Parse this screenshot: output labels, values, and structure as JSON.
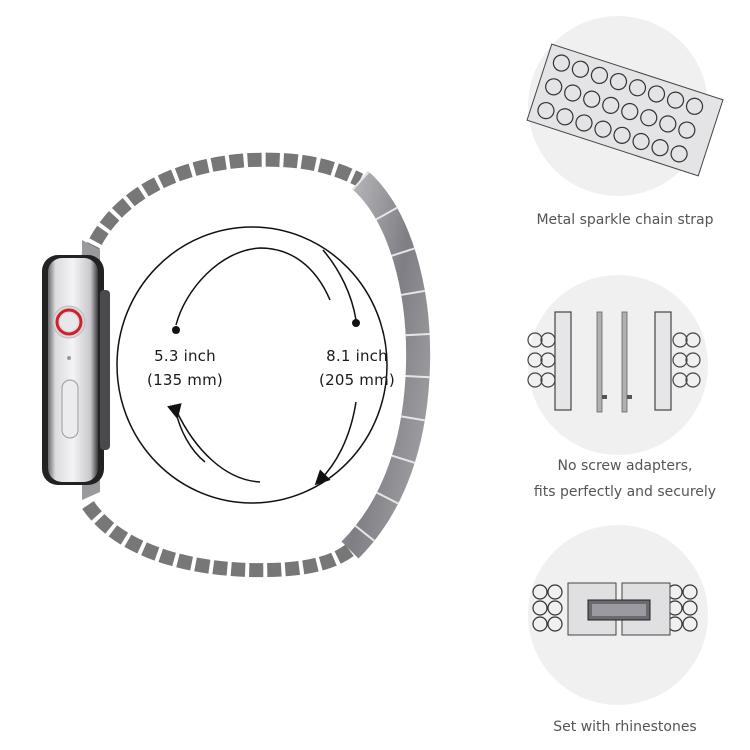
{
  "main": {
    "measurements": {
      "small": {
        "inch": "5.3 inch",
        "mm": "(135 mm)"
      },
      "large": {
        "inch": "8.1 inch",
        "mm": "(205 mm)"
      }
    }
  },
  "features": [
    {
      "caption_lines": [
        "Metal sparkle chain strap"
      ],
      "icon": "rhinestone-chain-detail"
    },
    {
      "caption_lines": [
        "No screw adapters,",
        "fits perfectly and securely"
      ],
      "icon": "adapters-and-spring-bars"
    },
    {
      "caption_lines": [
        "Set with rhinestones"
      ],
      "icon": "rhinestone-clasp"
    }
  ],
  "colors": {
    "background": "#ffffff",
    "feature_circle": "#f0f0f0",
    "caption_text": "#555555",
    "measure_text": "#1a1a1a",
    "metal": "#8c8c90",
    "crown_ring": "#d0202a"
  }
}
